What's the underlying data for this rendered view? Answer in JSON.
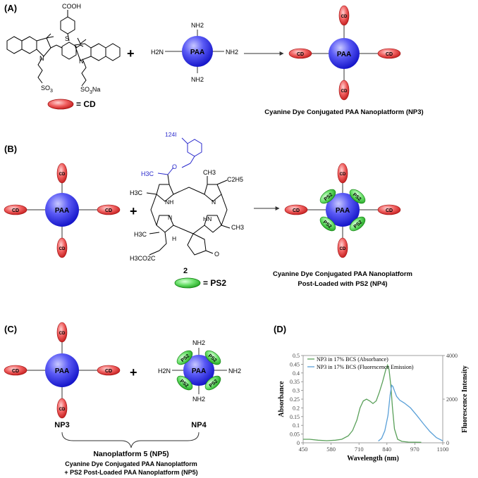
{
  "panels": {
    "a": {
      "label": "(A)",
      "caption": "Cyanine Dye Conjugated PAA Nanoplatform (NP3)",
      "legend_cd": "= CD",
      "dye_atoms": {
        "cooh": "COOH",
        "s": "S",
        "n_left": "N",
        "n_right": "N",
        "so3_left": "SO",
        "so3_left_sub": "3",
        "so3_right": "SO",
        "so3_right_sub": "3",
        "so3_right_tail": "Na"
      },
      "paa_reactant": {
        "core": "PAA",
        "nh2_top": "NH2",
        "nh2_bottom": "NH2",
        "h2n_left": "H2N",
        "nh2_right": "NH2"
      },
      "product": {
        "core": "PAA",
        "cd_top": "CD",
        "cd_left": "CD",
        "cd_right": "CD",
        "cd_bottom": "CD"
      }
    },
    "b": {
      "label": "(B)",
      "caption_line1": "Cyanine Dye Conjugated PAA Nanoplatform",
      "caption_line2": "Post-Loaded with PS2 (NP4)",
      "legend_ps2": "= PS2",
      "compound_number": "2",
      "ps2_atoms": {
        "iodine": "124I",
        "o": "O",
        "h3c_top": "H3C",
        "h3c_left": "H3C",
        "ch3_top": "CH3",
        "c2h5": "C2H5",
        "nh_left": "NH",
        "n_right": "N",
        "n_left": "N",
        "hn": "HN",
        "ch3_right": "CH3",
        "h3c_bottom": "H3C",
        "h": "H",
        "ester": "H3CO2C",
        "o_ketone": "O"
      },
      "reactant": {
        "core": "PAA",
        "cd_top": "CD",
        "cd_left": "CD",
        "cd_right": "CD",
        "cd_bottom": "CD"
      },
      "product": {
        "core": "PAA",
        "cd_top": "CD",
        "cd_left": "CD",
        "cd_right": "CD",
        "cd_bottom": "CD",
        "ps2": [
          "PS2",
          "PS2",
          "PS2",
          "PS2"
        ]
      }
    },
    "c": {
      "label": "(C)",
      "np3": {
        "core": "PAA",
        "cd_top": "CD",
        "cd_left": "CD",
        "cd_right": "CD",
        "cd_bottom": "CD",
        "name": "NP3"
      },
      "np4": {
        "core": "PAA",
        "nh2_top": "NH2",
        "h2n_left": "H2N",
        "nh2_right": "NH2",
        "nh2_bottom": "NH2",
        "ps2": [
          "PS2",
          "PS2",
          "PS2",
          "PS2"
        ],
        "name": "NP4"
      },
      "brace_title": "Nanoplatform 5 (NP5)",
      "caption_line1": "Cyanine Dye Conjugated PAA Nanoplatform",
      "caption_line2": "+ PS2 Post-Loaded PAA Nanoplatform (NP5)"
    },
    "d": {
      "label": "(D)"
    }
  },
  "colors": {
    "sphere": "#3b3bf0",
    "cd_fill": "#e63b3b",
    "ps2_fill": "#34c234",
    "structure_blue": "#2a2acc",
    "absorbance": "#5aa05a",
    "fluorescence": "#5aa0d8"
  },
  "chart_data": {
    "type": "line",
    "xlabel": "Wavelength (nm)",
    "ylabel": "Absorbance",
    "y2label": "Fluorescence Intensity",
    "xlim": [
      450,
      1100
    ],
    "ylim": [
      0,
      0.5
    ],
    "y2lim": [
      0,
      4000
    ],
    "x_ticks": [
      450,
      580,
      710,
      840,
      970,
      1100
    ],
    "y_ticks": [
      0,
      0.05,
      0.1,
      0.15,
      0.2,
      0.25,
      0.3,
      0.35,
      0.4,
      0.45,
      0.5
    ],
    "y2_ticks": [
      0,
      2000,
      4000
    ],
    "y_tick_labels": [
      "0",
      "0.05",
      "0.1",
      "0.15",
      "0.2",
      "0.25",
      "0.3",
      "0.35",
      "0.4",
      "0.45",
      "0.5"
    ],
    "y2_tick_labels": [
      "0",
      "2000",
      "4000"
    ],
    "legend_position": "top-left",
    "series": [
      {
        "name": "NP3 in 17% BCS (Absorbance)",
        "axis": "left",
        "color": "#5aa05a",
        "x": [
          450,
          480,
          520,
          560,
          600,
          630,
          660,
          680,
          700,
          715,
          730,
          745,
          760,
          775,
          790,
          805,
          820,
          835,
          843,
          850,
          858,
          866,
          875,
          890,
          910,
          940,
          1000
        ],
        "y": [
          0.02,
          0.02,
          0.015,
          0.012,
          0.015,
          0.02,
          0.04,
          0.07,
          0.13,
          0.2,
          0.24,
          0.25,
          0.24,
          0.225,
          0.24,
          0.29,
          0.35,
          0.42,
          0.445,
          0.42,
          0.33,
          0.2,
          0.08,
          0.02,
          0.008,
          0.004,
          0.003
        ]
      },
      {
        "name": "NP3 in 17% BCS (Fluorescence Emission)",
        "axis": "right",
        "color": "#5aa0d8",
        "x": [
          800,
          815,
          830,
          845,
          855,
          862,
          868,
          875,
          885,
          900,
          920,
          950,
          980,
          1010,
          1040,
          1070,
          1100
        ],
        "y": [
          80,
          200,
          550,
          1250,
          2200,
          2640,
          2580,
          2380,
          2130,
          1950,
          1830,
          1600,
          1250,
          870,
          520,
          240,
          90
        ]
      }
    ]
  }
}
